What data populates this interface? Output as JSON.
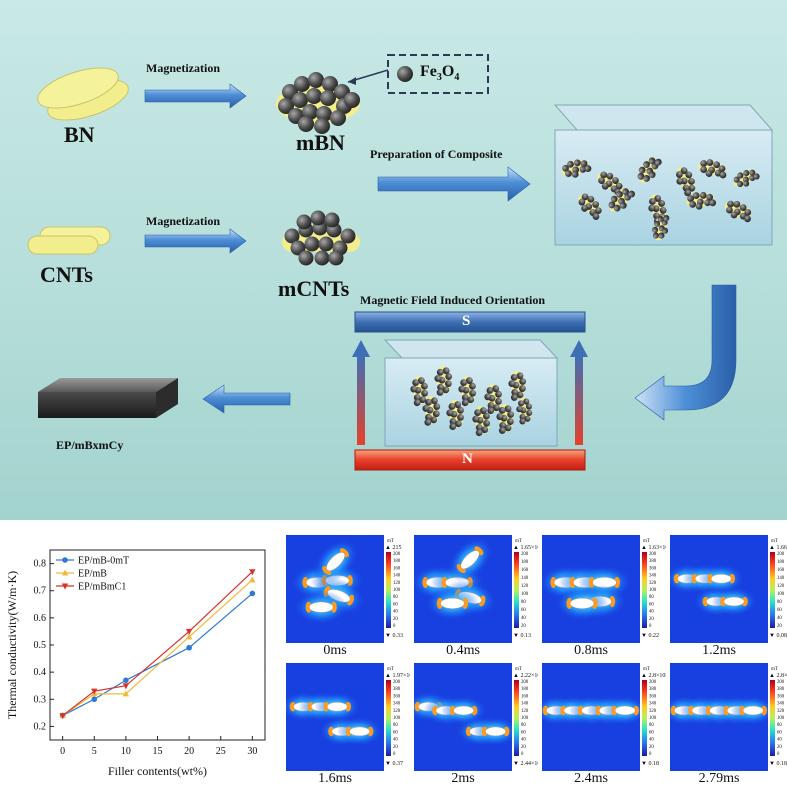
{
  "top": {
    "bn": "BN",
    "mbn": "mBN",
    "cnts": "CNTs",
    "mcnts": "mCNTs",
    "magnetization1": "Magnetization",
    "magnetization2": "Magnetization",
    "fe3o4_prefix": "Fe",
    "fe3o4_sub1": "3",
    "fe3o4_mid": "O",
    "fe3o4_sub2": "4",
    "prep": "Preparation of Composite",
    "orientation": "Magnetic Field Induced Orientation",
    "pole_s": "S",
    "pole_n": "N",
    "product": "EP/mBxmCy"
  },
  "colors": {
    "background_top": "#b4ddd9",
    "arrow_blue": "#3f7fc6",
    "pole_s": "#3e6fb5",
    "pole_n": "#e8402a",
    "platelet_yellow": "#f2ee8e",
    "particle_gray": "#4a4a4a"
  },
  "chart_data": {
    "type": "line",
    "xlabel": "Filler contents(wt%)",
    "ylabel": "Thermal conductivity(W/m·K)",
    "x": [
      0,
      5,
      10,
      20,
      30
    ],
    "xlim": [
      -2,
      32
    ],
    "ylim": [
      0.15,
      0.85
    ],
    "xticks": [
      0,
      5,
      10,
      15,
      20,
      25,
      30
    ],
    "yticks": [
      0.2,
      0.3,
      0.4,
      0.5,
      0.6,
      0.7,
      0.8
    ],
    "legend": "top-left",
    "series": [
      {
        "name": "EP/mB-0mT",
        "color": "#2f7ad1",
        "marker": "circle",
        "values": [
          0.24,
          0.3,
          0.37,
          0.49,
          0.69
        ]
      },
      {
        "name": "EP/mB",
        "color": "#f0b93a",
        "marker": "triangle-up",
        "values": [
          0.24,
          0.32,
          0.32,
          0.53,
          0.74
        ]
      },
      {
        "name": "EP/mBmC1",
        "color": "#d8322b",
        "marker": "triangle-down",
        "values": [
          0.24,
          0.33,
          0.35,
          0.55,
          0.77
        ]
      }
    ]
  },
  "sims": [
    {
      "time": "0ms",
      "unit": "mT",
      "max": "215",
      "min": "0.33"
    },
    {
      "time": "0.4ms",
      "unit": "mT",
      "max": "1.65×10³",
      "min": "0.13"
    },
    {
      "time": "0.8ms",
      "unit": "mT",
      "max": "1.63×10³",
      "min": "0.22"
    },
    {
      "time": "1.2ms",
      "unit": "mT",
      "max": "1.66",
      "min": "0.08"
    },
    {
      "time": "1.6ms",
      "unit": "mT",
      "max": "1.97×10³",
      "min": "0.37"
    },
    {
      "time": "2ms",
      "unit": "mT",
      "max": "2.22×10³",
      "min": "2.44×10⁻³"
    },
    {
      "time": "2.4ms",
      "unit": "mT",
      "max": "2.8×10³",
      "min": "0.18"
    },
    {
      "time": "2.79ms",
      "unit": "mT",
      "max": "2.8×",
      "min": "0.18"
    }
  ],
  "colorbar_ticks": [
    "200",
    "180",
    "160",
    "140",
    "120",
    "100",
    "80",
    "60",
    "40",
    "20",
    "0"
  ],
  "colorbar_ticks_b": [
    "200",
    "180",
    "160",
    "140",
    "120",
    "100",
    "80",
    "60",
    "40",
    "20"
  ],
  "colorbar_ticks_c": [
    "200",
    "380",
    "360",
    "340",
    "320",
    "100",
    "80",
    "60",
    "40",
    "20",
    "0"
  ]
}
